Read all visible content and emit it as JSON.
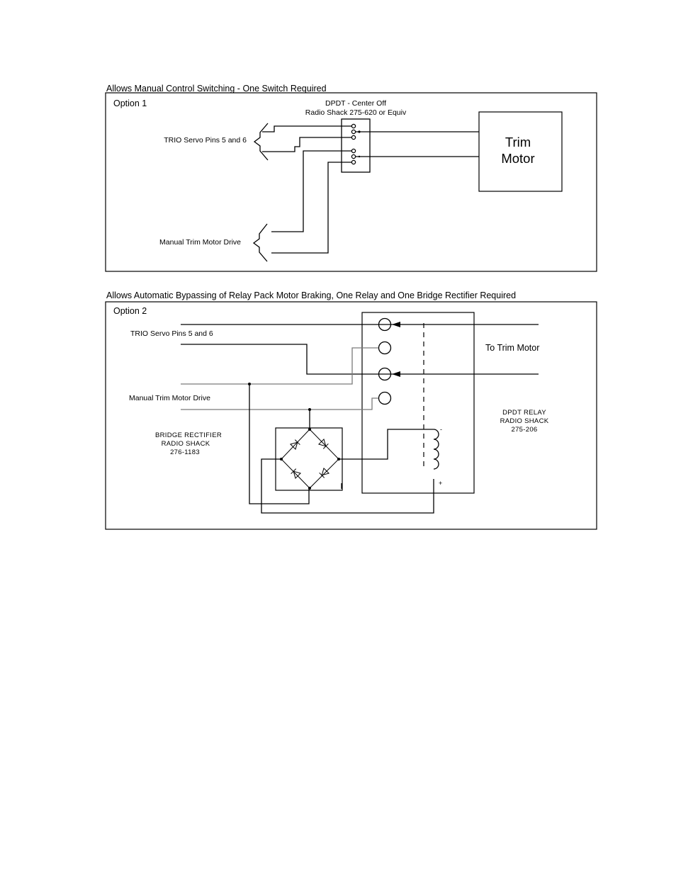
{
  "option1": {
    "heading": "Allows Manual Control Switching - One Switch Required",
    "label": "Option 1",
    "switch_title": "DPDT - Center Off",
    "switch_part": "Radio Shack 275-620 or Equiv",
    "servo_label": "TRIO Servo Pins 5 and 6",
    "manual_label": "Manual Trim Motor Drive",
    "motor_line1": "Trim",
    "motor_line2": "Motor"
  },
  "option2": {
    "heading": "Allows Automatic Bypassing of Relay Pack Motor Braking, One Relay and One Bridge Rectifier Required",
    "label": "Option 2",
    "servo_label": "TRIO Servo Pins 5 and 6",
    "manual_label": "Manual Trim Motor Drive",
    "motor_label": "To Trim Motor",
    "rectifier_line1": "BRIDGE RECTIFIER",
    "rectifier_line2": "RADIO SHACK",
    "rectifier_line3": "276-1183",
    "relay_line1": "DPDT RELAY",
    "relay_line2": "RADIO SHACK",
    "relay_line3": "275-206",
    "coil_minus": "-",
    "coil_plus": "+"
  }
}
